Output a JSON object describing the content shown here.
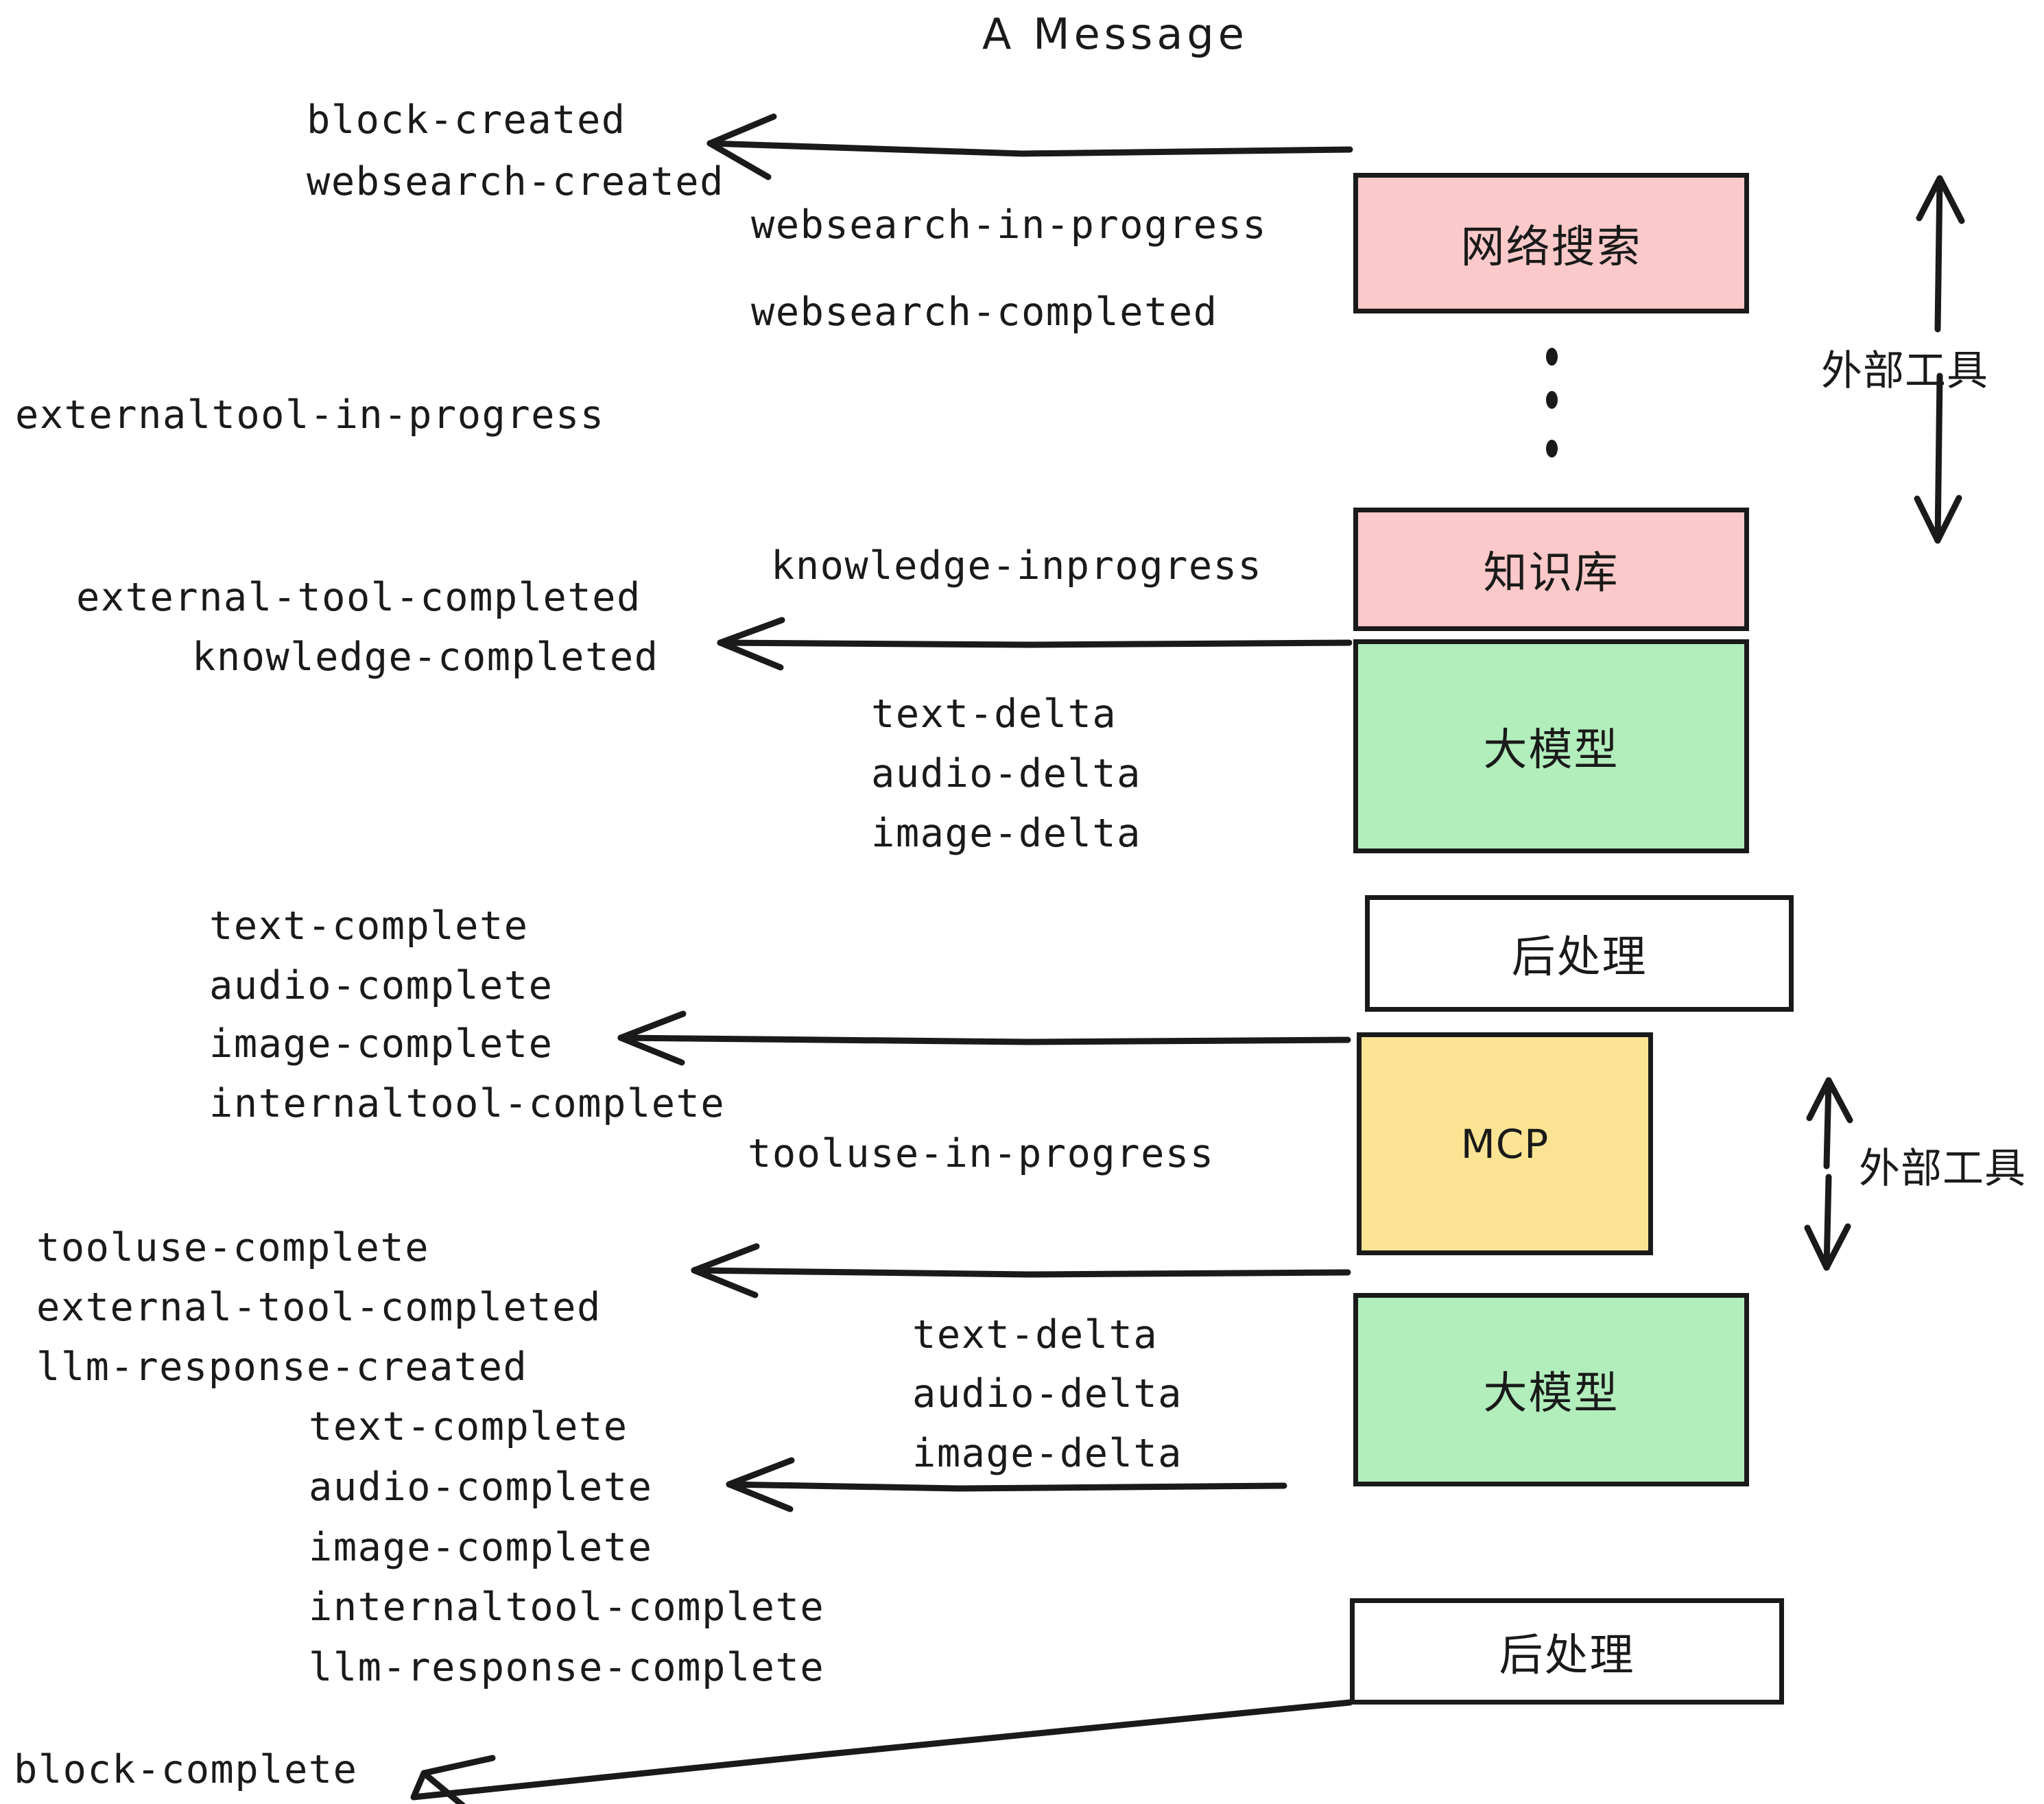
{
  "diagram": {
    "title": "A Message",
    "colors": {
      "pink": "#FBC9C9",
      "green": "#B2EDBC",
      "yellow": "#FAE493",
      "white": "#FFFFFF",
      "stroke": "#1a1a1a"
    }
  },
  "boxes": [
    {
      "id": "websearch",
      "label": "网络搜索",
      "color": "#FBC9C9"
    },
    {
      "id": "knowledgebase",
      "label": "知识库",
      "color": "#FBC9C9"
    },
    {
      "id": "llm-1",
      "label": "大模型",
      "color": "#B2EDBC"
    },
    {
      "id": "postprocess-1",
      "label": "后处理",
      "color": "#FFFFFF"
    },
    {
      "id": "mcp",
      "label": "MCP",
      "color": "#FAE493"
    },
    {
      "id": "llm-2",
      "label": "大模型",
      "color": "#B2EDBC"
    },
    {
      "id": "postprocess-2",
      "label": "后处理",
      "color": "#FFFFFF"
    }
  ],
  "side_labels": [
    {
      "id": "external-tools-top",
      "label": "外部工具"
    },
    {
      "id": "external-tools-bottom",
      "label": "外部工具"
    }
  ],
  "events": {
    "block_created": "block-created",
    "websearch_created": "websearch-created",
    "websearch_in_progress": "websearch-in-progress",
    "websearch_completed": "websearch-completed",
    "externaltool_in_progress": "externaltool-in-progress",
    "knowledge_inprogress": "knowledge-inprogress",
    "external_tool_completed_1": "external-tool-completed",
    "knowledge_completed": "knowledge-completed",
    "text_delta_1": "text-delta",
    "audio_delta_1": "audio-delta",
    "image_delta_1": "image-delta",
    "text_complete_1": "text-complete",
    "audio_complete_1": "audio-complete",
    "image_complete_1": "image-complete",
    "internaltool_complete_1": "internaltool-complete",
    "tooluse_in_progress": "tooluse-in-progress",
    "tooluse_complete": "tooluse-complete",
    "external_tool_completed_2": "external-tool-completed",
    "llm_response_created": "llm-response-created",
    "text_delta_2": "text-delta",
    "audio_delta_2": "audio-delta",
    "image_delta_2": "image-delta",
    "text_complete_2": "text-complete",
    "audio_complete_2": "audio-complete",
    "image_complete_2": "image-complete",
    "internaltool_complete_2": "internaltool-complete",
    "llm_response_complete": "llm-response-complete",
    "block_complete": "block-complete"
  }
}
